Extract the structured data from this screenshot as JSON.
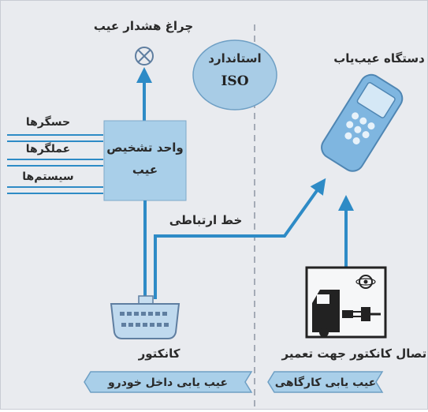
{
  "labels": {
    "warning_lamp": "چراغ هشدار عیب",
    "standard_line1": "استاندارد",
    "standard_line2": "ISO",
    "scan_tool": "دستگاه عیب‌یاب",
    "sensors": "حسگرها",
    "actuators": "عملگرها",
    "systems": "سیستم‌ها",
    "diag_unit_line1": "واحد تشخیص",
    "diag_unit_line2": "عیب",
    "comm_line": "خط ارتباطی",
    "connector": "کانکتور",
    "repair_connector": "اتصال کانکتور جهت تعمیر"
  },
  "tabs": {
    "in_vehicle": "عیب یابی داخل خودرو",
    "workshop": "عیب یابی کارگاهی"
  },
  "colors": {
    "line_blue": "#2e8bc6",
    "box_blue": "#a9cfe9",
    "tool_blue": "#7fb6e0",
    "iso_fill": "#a8cce6",
    "background": "#e9ebef",
    "divider": "#8e96a3"
  },
  "icons": {
    "warning_lamp": "lamp-cross-icon",
    "scan_tool": "handheld-scanner-icon",
    "connector": "obd-connector-icon",
    "repair_station": "car-repair-icon"
  }
}
